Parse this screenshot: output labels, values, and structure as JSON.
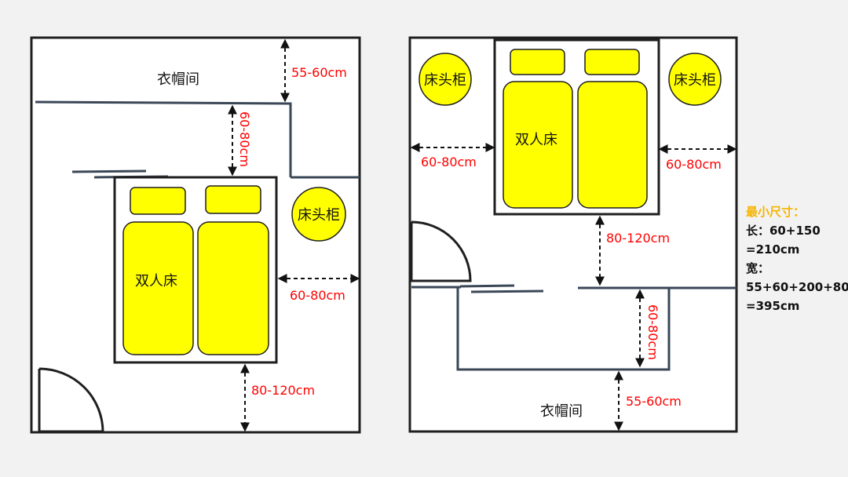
{
  "colors": {
    "background": "#f2f2f2",
    "room_fill": "#ffffff",
    "wall": "#1f1f1f",
    "partition": "#3a4757",
    "furniture": "#ffff00",
    "dimension_text": "#ff0000",
    "label_text": "#111111",
    "heading_accent": "#f5b400"
  },
  "left_plan": {
    "closet_label": "衣帽间",
    "bed_label": "双人床",
    "nightstand_label": "床头柜",
    "dim_closet_depth": "55-60cm",
    "dim_walkway_vertical": "60-80cm",
    "dim_side_clearance": "60-80cm",
    "dim_foot_clearance": "80-120cm"
  },
  "right_plan": {
    "closet_label": "衣帽间",
    "bed_label": "双人床",
    "nightstand_left_label": "床头柜",
    "nightstand_right_label": "床头柜",
    "dim_left_clearance": "60-80cm",
    "dim_right_clearance": "60-80cm",
    "dim_foot_clearance": "80-120cm",
    "dim_walkway_vertical": "60-80cm",
    "dim_closet_depth": "55-60cm"
  },
  "summary": {
    "heading": "最小尺寸：",
    "length_line1": "长：60+150",
    "length_line2": "=210cm",
    "width_line1": "宽：",
    "width_line2": "55+60+200+80",
    "width_line3": "=395cm"
  }
}
